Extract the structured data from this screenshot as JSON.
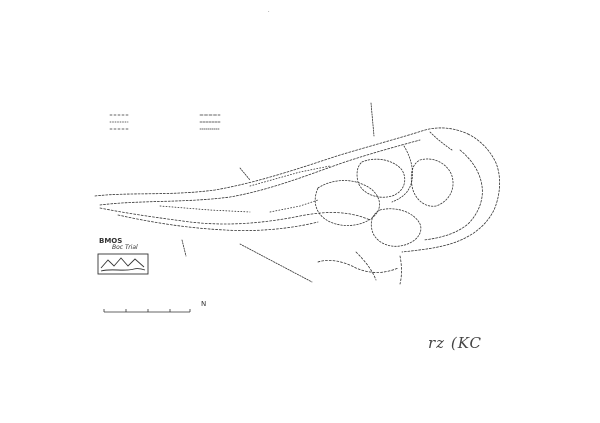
{
  "map": {
    "top_mark": ".",
    "title": "",
    "legend": [
      {
        "c1": "",
        "c2": "",
        "c3": ""
      },
      {
        "c1": "",
        "c2": "",
        "c3": ""
      },
      {
        "c1": "",
        "c2": "",
        "c3": ""
      }
    ],
    "labels": {
      "top_right": "",
      "mid": "",
      "center": "",
      "bottom": ""
    },
    "logo": {
      "line1": "BMOS",
      "line2": "Boc Trial",
      "tagline": ""
    },
    "scale_north": "N",
    "handwritten": "rz (KC"
  },
  "colors": {
    "ink": "#333333",
    "background": "#ffffff"
  }
}
